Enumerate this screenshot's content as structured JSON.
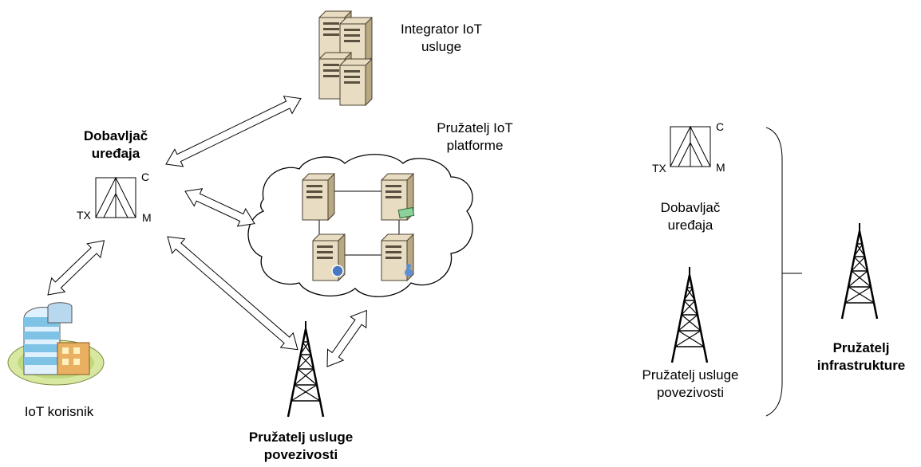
{
  "labels": {
    "integrator": [
      "Integrator IoT",
      "usluge"
    ],
    "platform": [
      "Pružatelj IoT",
      "platforme"
    ],
    "device_provider": [
      "Dobavljač",
      "uređaja"
    ],
    "iot_user": "IoT korisnik",
    "connectivity_provider": [
      "Pružatelj usluge",
      "povezivosti"
    ],
    "right_device_provider": [
      "Dobavljač",
      "uređaja"
    ],
    "right_connectivity_provider": [
      "Pružatelj usluge",
      "povezivosti"
    ],
    "infrastructure_provider": [
      "Pružatelj",
      "infrastrukture"
    ]
  },
  "device_markers": {
    "c": "C",
    "m": "M",
    "tx": "TX"
  },
  "icons": {
    "server": "server-icon",
    "cloud": "cloud-icon",
    "building": "building-icon",
    "tower": "radio-tower-icon",
    "device": "device-icon"
  },
  "colors": {
    "server_body": "#e8dcc2",
    "server_side": "#b9a983",
    "building_glass": "#7ec3e6",
    "building_base": "#d8e8a0",
    "line": "#000000"
  }
}
